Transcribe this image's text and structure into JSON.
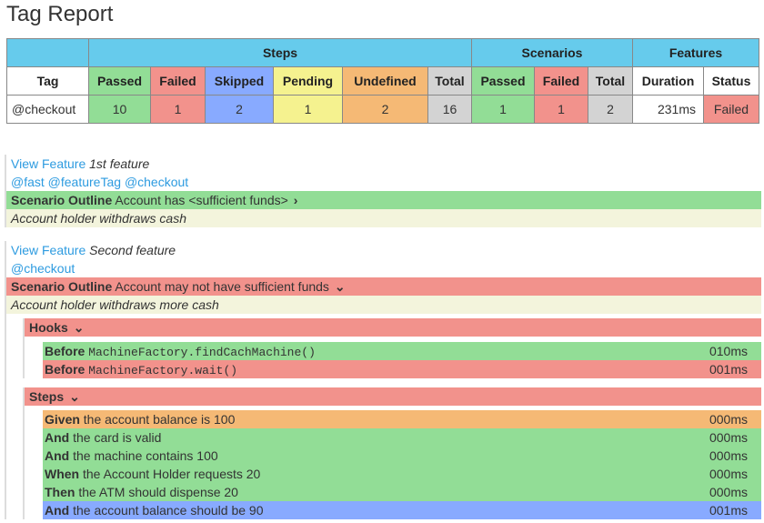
{
  "title": "Tag Report",
  "table": {
    "groups": [
      "Steps",
      "Scenarios",
      "Features"
    ],
    "headers": [
      "Tag",
      "Passed",
      "Failed",
      "Skipped",
      "Pending",
      "Undefined",
      "Total",
      "Passed",
      "Failed",
      "Total",
      "Duration",
      "Status"
    ],
    "row": [
      "@checkout",
      "10",
      "1",
      "2",
      "1",
      "2",
      "16",
      "1",
      "1",
      "2",
      "231ms",
      "Failed"
    ]
  },
  "features": [
    {
      "link": "View Feature",
      "name": "1st feature",
      "tags": [
        "@fast",
        "@featureTag",
        "@checkout"
      ],
      "scenario": {
        "keyword": "Scenario Outline",
        "name": "Account has <sufficient funds>",
        "description": "Account holder withdraws cash",
        "status": "passed",
        "icon": "chevron-right-icon"
      }
    },
    {
      "link": "View Feature",
      "name": "Second feature",
      "tags": [
        "@checkout"
      ],
      "scenario": {
        "keyword": "Scenario Outline",
        "name": "Account may not have sufficient funds",
        "description": "Account holder withdraws more cash",
        "status": "failed",
        "icon": "chevron-down-icon"
      },
      "hooks": {
        "label": "Hooks",
        "items": [
          {
            "keyword": "Before",
            "method": "MachineFactory.findCachMachine()",
            "duration": "010ms",
            "status": "passed"
          },
          {
            "keyword": "Before",
            "method": "MachineFactory.wait()",
            "duration": "001ms",
            "status": "failed"
          }
        ]
      },
      "steps": {
        "label": "Steps",
        "items": [
          {
            "keyword": "Given",
            "text": "the account balance is 100",
            "duration": "000ms",
            "status": "undefined"
          },
          {
            "keyword": "And",
            "text": "the card is valid",
            "duration": "000ms",
            "status": "passed"
          },
          {
            "keyword": "And",
            "text": "the machine contains 100",
            "duration": "000ms",
            "status": "passed"
          },
          {
            "keyword": "When",
            "text": "the Account Holder requests 20",
            "duration": "000ms",
            "status": "passed"
          },
          {
            "keyword": "Then",
            "text": "the ATM should dispense 20",
            "duration": "000ms",
            "status": "passed"
          },
          {
            "keyword": "And",
            "text": "the account balance should be 90",
            "duration": "001ms",
            "status": "skipped"
          }
        ]
      }
    }
  ],
  "colors": {
    "passed": "#92dd96",
    "failed": "#f2928c",
    "skipped": "#88aaff",
    "pending": "#f5f28f",
    "undefined": "#f5b975",
    "header": "#66cbec"
  }
}
